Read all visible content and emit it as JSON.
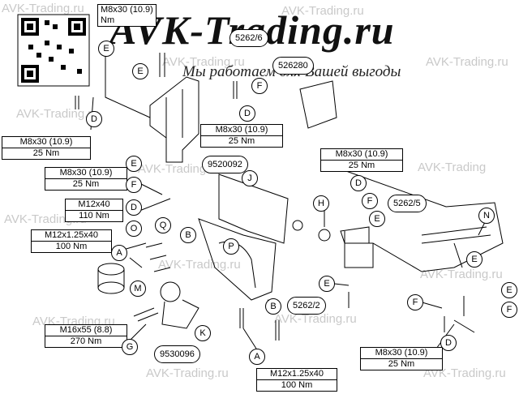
{
  "watermark": "AVK-Trading.ru",
  "watermark_short": "AVK-Trading",
  "brand": "AVK-Trading.ru",
  "slogan": "Мы работаем для Вашей выгоды",
  "top_spec": {
    "bolt": "M8x30 (10.9)",
    "torque": "Nm"
  },
  "specs": [
    {
      "bolt": "M8x30 (10.9)",
      "torque": "25 Nm"
    },
    {
      "bolt": "M8x30 (10.9)",
      "torque": "25 Nm"
    },
    {
      "bolt": "M8x30 (10.9)",
      "torque": "25 Nm"
    },
    {
      "bolt": "M8x30 (10.9)",
      "torque": "25 Nm"
    },
    {
      "bolt": "M12x40",
      "torque": "110 Nm"
    },
    {
      "bolt": "M12x1.25x40",
      "torque": "100 Nm"
    },
    {
      "bolt": "M16x55 (8.8)",
      "torque": "270 Nm"
    },
    {
      "bolt": "M12x1.25x40",
      "torque": "100 Nm"
    },
    {
      "bolt": "M8x30 (10.9)",
      "torque": "25 Nm"
    }
  ],
  "parts": [
    "526280",
    "5262/6",
    "9520092",
    "5262/5",
    "5262/2",
    "9530096"
  ],
  "letters": [
    "E",
    "E",
    "F",
    "D",
    "D",
    "E",
    "F",
    "D",
    "O",
    "Q",
    "A",
    "B",
    "M",
    "G",
    "K",
    "J",
    "P",
    "B",
    "A",
    "H",
    "D",
    "F",
    "E",
    "E",
    "N",
    "E",
    "F",
    "D",
    "E",
    "F"
  ]
}
